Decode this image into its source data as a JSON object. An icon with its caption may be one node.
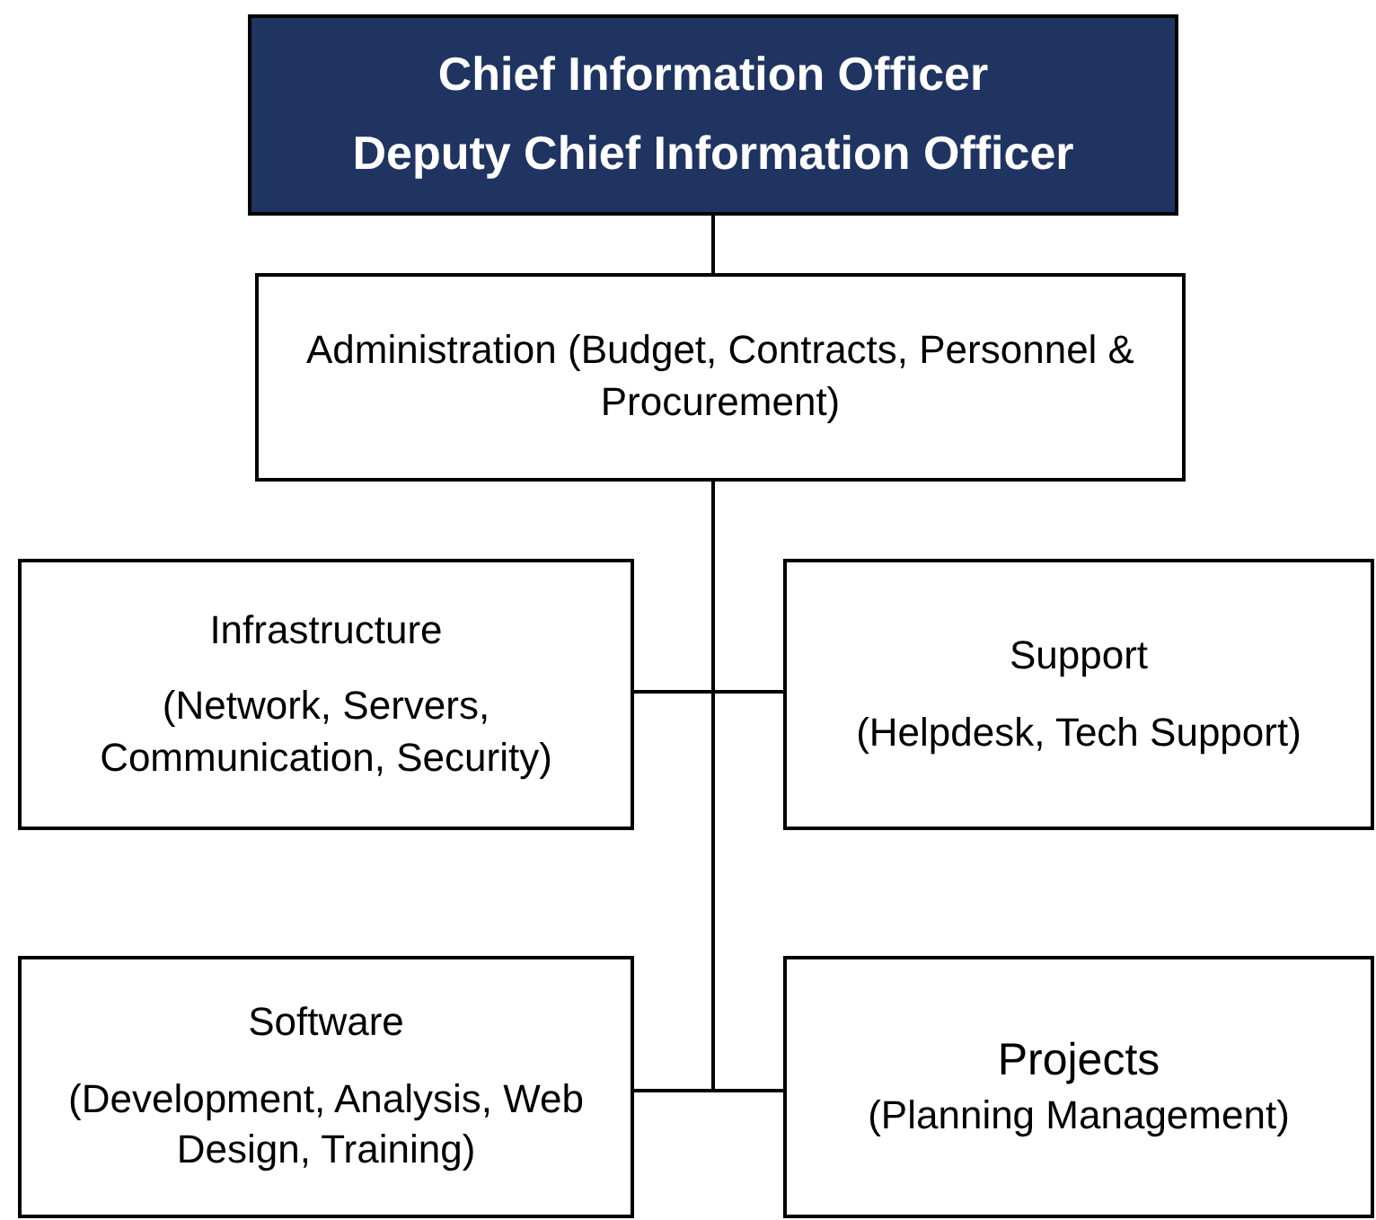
{
  "diagram": {
    "nodes": [
      {
        "text": [
          "Chief Information Officer",
          "Deputy Chief Information Officer"
        ]
      },
      {
        "text": [
          "Administration (Budget, Contracts, Personnel & Procurement)"
        ]
      },
      {
        "text": [
          "Infrastructure",
          "(Network, Servers, Communication, Security)"
        ]
      },
      {
        "text": [
          "Support",
          "(Helpdesk, Tech Support)"
        ]
      },
      {
        "text": [
          "Software",
          "(Development, Analysis, Web Design, Training)"
        ]
      },
      {
        "text": [
          "Projects",
          "(Planning Management)"
        ]
      }
    ],
    "edges": [
      {
        "from": 0,
        "to": 1,
        "arrow": "none"
      },
      {
        "from": 1,
        "to": 2,
        "arrow": "none"
      },
      {
        "from": 1,
        "to": 3,
        "arrow": "none"
      },
      {
        "from": 1,
        "to": 4,
        "arrow": "none"
      },
      {
        "from": 1,
        "to": 5,
        "arrow": "none"
      }
    ]
  }
}
